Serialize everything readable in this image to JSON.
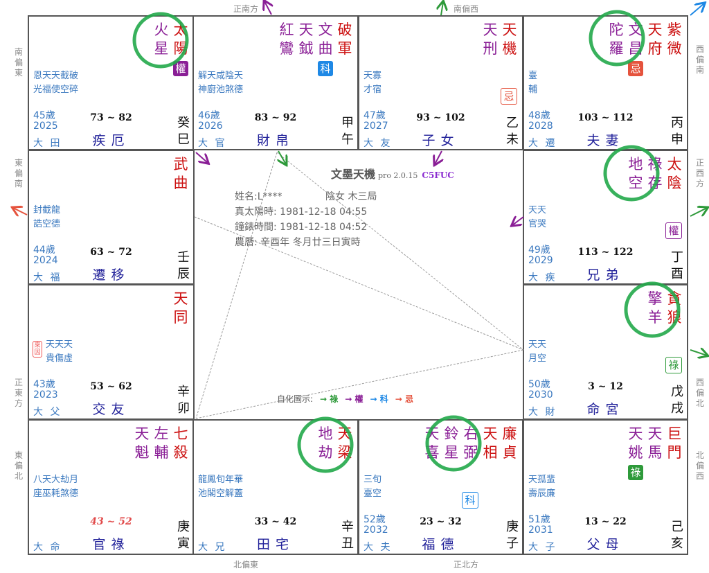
{
  "center": {
    "title": "文墨天機",
    "version": "pro 2.0.15",
    "code": "C5FUC",
    "name_line": "姓名:L****",
    "gender_line": "陰女 木三局",
    "solar_time": "真太陽時: 1981-12-18 04:55",
    "clock_time": "鐘錶時間: 1981-12-18 04:52",
    "lunar": "農曆: 辛酉年 冬月廿三日寅時",
    "legend_label": "自化圖示:",
    "legend": [
      {
        "arrow": "→",
        "label": "祿",
        "color": "#2e9a3a"
      },
      {
        "arrow": "→",
        "label": "權",
        "color": "#8a1f96"
      },
      {
        "arrow": "→",
        "label": "科",
        "color": "#1e88e5"
      },
      {
        "arrow": "→",
        "label": "忌",
        "color": "#e5533d"
      }
    ]
  },
  "directions": {
    "top": [
      "正南方",
      "南偏西"
    ],
    "bottom": [
      "北偏東",
      "正北方"
    ],
    "left": [
      "南偏東",
      "東偏南",
      "正東方",
      "東偏北"
    ],
    "right": [
      "西偏南",
      "正西方",
      "西偏北",
      "北偏西"
    ]
  },
  "colors": {
    "major": "#cc1111",
    "minor": "#8a1f96",
    "lu": "#2e9a3a",
    "quan": "#8a1f96",
    "ke": "#1e88e5",
    "ji": "#e5533d",
    "ring": "#22a84a"
  },
  "cells": [
    {
      "id": "si",
      "col": 0,
      "row": 0,
      "stars": [
        {
          "n": "火星",
          "t": "minor"
        },
        {
          "n": "太陽",
          "t": "major"
        }
      ],
      "badge": {
        "text": "權",
        "kind": "quan",
        "style": "filled",
        "under": 1
      },
      "minor_top": "恩天天截破",
      "minor_bottom": "光福使空碎",
      "age": "45歲",
      "year": "2025",
      "dalim": "大田",
      "range": "73 ~ 82",
      "palace": "疾厄",
      "stem": "癸",
      "branch": "巳"
    },
    {
      "id": "wu",
      "col": 1,
      "row": 0,
      "stars": [
        {
          "n": "紅鸞",
          "t": "minor"
        },
        {
          "n": "天鉞",
          "t": "minor"
        },
        {
          "n": "文曲",
          "t": "minor"
        },
        {
          "n": "破軍",
          "t": "major"
        }
      ],
      "badge": {
        "text": "科",
        "kind": "ke",
        "style": "filled",
        "under": 2
      },
      "minor_top": "解天咸陰天",
      "minor_bottom": "神廚池煞德",
      "age": "46歲",
      "year": "2026",
      "dalim": "大官",
      "range": "83 ~ 92",
      "palace": "財帛",
      "stem": "甲",
      "branch": "午"
    },
    {
      "id": "wei",
      "col": 2,
      "row": 0,
      "stars": [
        {
          "n": "天刑",
          "t": "minor"
        },
        {
          "n": "天機",
          "t": "major"
        }
      ],
      "badge": {
        "text": "忌",
        "kind": "ji",
        "style": "outline",
        "under": 1
      },
      "minor_top": "天寡",
      "minor_bottom": "才宿",
      "age": "47歲",
      "year": "2027",
      "dalim": "大友",
      "range": "93 ~ 102",
      "palace": "子女",
      "stem": "乙",
      "branch": "未"
    },
    {
      "id": "shen",
      "col": 3,
      "row": 0,
      "stars": [
        {
          "n": "陀羅",
          "t": "minor"
        },
        {
          "n": "文昌",
          "t": "minor"
        },
        {
          "n": "天府",
          "t": "major"
        },
        {
          "n": "紫微",
          "t": "major"
        }
      ],
      "badge": {
        "text": "忌",
        "kind": "ji",
        "style": "filled",
        "under": 1
      },
      "minor_top": "臺",
      "minor_bottom": "輔",
      "age": "48歲",
      "year": "2028",
      "dalim": "大遷",
      "range": "103 ~ 112",
      "palace": "夫妻",
      "stem": "丙",
      "branch": "申"
    },
    {
      "id": "chen",
      "col": 0,
      "row": 1,
      "stars": [
        {
          "n": "武曲",
          "t": "major"
        }
      ],
      "minor_top": "封截龍",
      "minor_bottom": "誥空德",
      "age": "44歲",
      "year": "2024",
      "dalim": "大福",
      "range": "63 ~ 72",
      "palace": "遷移",
      "stem": "壬",
      "branch": "辰"
    },
    {
      "id": "you",
      "col": 3,
      "row": 1,
      "stars": [
        {
          "n": "地空",
          "t": "minor"
        },
        {
          "n": "祿存",
          "t": "minor"
        },
        {
          "n": "太陰",
          "t": "major"
        }
      ],
      "badge": {
        "text": "權",
        "kind": "quan",
        "style": "outline",
        "under": 2
      },
      "minor_top": "天天",
      "minor_bottom": "官哭",
      "age": "49歲",
      "year": "2029",
      "dalim": "大疾",
      "range": "113 ~ 122",
      "palace": "兄弟",
      "stem": "丁",
      "branch": "酉"
    },
    {
      "id": "mao",
      "col": 0,
      "row": 2,
      "stars": [
        {
          "n": "天同",
          "t": "major"
        }
      ],
      "laiyin": "來因",
      "minor_top": "天天天",
      "minor_bottom": "貴傷虛",
      "age": "43歲",
      "year": "2023",
      "dalim": "大父",
      "range": "53 ~ 62",
      "palace": "交友",
      "stem": "辛",
      "branch": "卯"
    },
    {
      "id": "xu",
      "col": 3,
      "row": 2,
      "stars": [
        {
          "n": "擎羊",
          "t": "minor"
        },
        {
          "n": "貪狼",
          "t": "major"
        }
      ],
      "badge": {
        "text": "祿",
        "kind": "lu",
        "style": "outline",
        "under": 1
      },
      "minor_top": "天天",
      "minor_bottom": "月空",
      "age": "50歲",
      "year": "2030",
      "dalim": "大財",
      "range": "3 ~ 12",
      "palace": "命宮",
      "stem": "戊",
      "branch": "戌"
    },
    {
      "id": "yin",
      "col": 0,
      "row": 3,
      "stars": [
        {
          "n": "天魁",
          "t": "minor"
        },
        {
          "n": "左輔",
          "t": "minor"
        },
        {
          "n": "七殺",
          "t": "major"
        }
      ],
      "minor_top": "八天大劫月",
      "minor_bottom": "座巫耗煞德",
      "dalim": "大命",
      "range": "43 ~ 52",
      "current": true,
      "palace": "官祿",
      "stem": "庚",
      "branch": "寅"
    },
    {
      "id": "chou",
      "col": 1,
      "row": 3,
      "stars": [
        {
          "n": "地劫",
          "t": "minor"
        },
        {
          "n": "天梁",
          "t": "major"
        }
      ],
      "minor_top": "龍鳳旬年華",
      "minor_bottom": "池閣空解蓋",
      "dalim": "大兄",
      "range": "33 ~ 42",
      "palace": "田宅",
      "stem": "辛",
      "branch": "丑"
    },
    {
      "id": "zi",
      "col": 2,
      "row": 3,
      "stars": [
        {
          "n": "天喜",
          "t": "minor"
        },
        {
          "n": "鈴星",
          "t": "minor"
        },
        {
          "n": "右弼",
          "t": "minor"
        },
        {
          "n": "天相",
          "t": "major"
        },
        {
          "n": "廉貞",
          "t": "major"
        }
      ],
      "badge": {
        "text": "科",
        "kind": "ke",
        "style": "outline",
        "under": 2
      },
      "minor_top": "三旬",
      "minor_bottom": "臺空",
      "age": "52歲",
      "year": "2032",
      "dalim": "大夫",
      "range": "23 ~ 32",
      "palace": "福德",
      "stem": "庚",
      "branch": "子"
    },
    {
      "id": "hai",
      "col": 3,
      "row": 3,
      "stars": [
        {
          "n": "天姚",
          "t": "minor"
        },
        {
          "n": "天馬",
          "t": "minor"
        },
        {
          "n": "巨門",
          "t": "major"
        }
      ],
      "badge": {
        "text": "祿",
        "kind": "lu",
        "style": "filled",
        "under": 0
      },
      "minor_top": "天孤蜚",
      "minor_bottom": "壽辰廉",
      "age": "51歲",
      "year": "2031",
      "dalim": "大子",
      "range": "13 ~ 22",
      "palace": "父母",
      "stem": "己",
      "branch": "亥"
    }
  ]
}
